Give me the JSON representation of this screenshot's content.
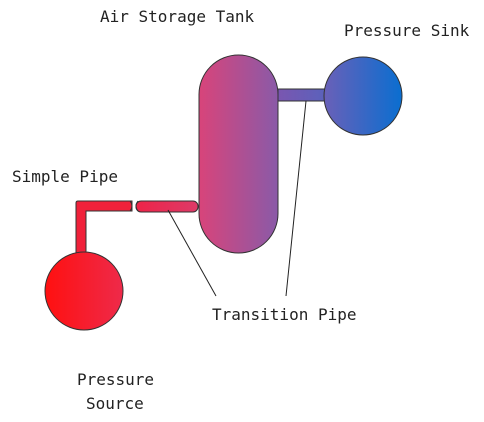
{
  "labels": {
    "air_storage_tank": "Air Storage Tank",
    "pressure_sink": "Pressure Sink",
    "simple_pipe": "Simple Pipe",
    "transition_pipe": "Transition Pipe",
    "pressure_source_line1": "Pressure",
    "pressure_source_line2": "Source"
  },
  "colors": {
    "hot": "#ff1a1a",
    "mid": "#c0508a",
    "cold": "#1a6fd0",
    "outline": "#333333",
    "leader_line": "#222222"
  }
}
